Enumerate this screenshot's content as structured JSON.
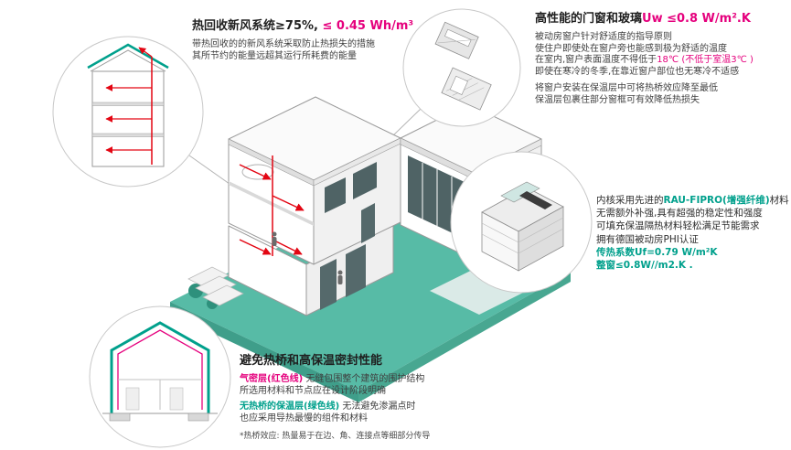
{
  "colors": {
    "teal_text": "#00A08C",
    "teal_ground": "#57BBA6",
    "magenta": "#E5007D",
    "duct_red": "#E30613",
    "body_text": "#3F3F3F"
  },
  "ventilation": {
    "title_black": "热回收新风系统≥75%,",
    "title_accent": " ≤ 0.45 Wh/m³",
    "line1": "带热回收的的新风系统采取防止热损失的措施",
    "line2": "其所节约的能量远超其运行所耗费的能量"
  },
  "windows": {
    "title_black": "高性能的门窗和玻璃",
    "title_accent": "Uw ≤0.8 W/m².K",
    "line1": "被动房窗户针对舒适度的指导原则",
    "line2": "使住户即使处在窗户旁也能感到极为舒适的温度",
    "line3a": "在室内,窗户表面温度不得低于",
    "line3b": "18℃",
    "line3c": " (不低于室温3℃ )",
    "line4": "即使在寒冷的冬季,在靠近窗户部位也无寒冷不适感",
    "line5": "将窗户安装在保温层中可将热桥效应降至最低",
    "line6": "保温层包裹住部分窗框可有效降低热损失"
  },
  "profile": {
    "line1a": "内核采用先进的",
    "line1b": "RAU-FIPRO(增强纤维)",
    "line1c": "材料",
    "line2": "无需额外补强,具有超强的稳定性和强度",
    "line3": "可填充保温隔热材料轻松满足节能需求",
    "line4": "拥有德国被动房PHI认证",
    "line5": "传热系数Uf=0.79 W/m²K",
    "line6": "整窗≤0.8W//m2.K ."
  },
  "thermal": {
    "title": "避免热桥和高保温密封性能",
    "line1a": "气密层(红色线)",
    "line1b": " 无缝包围整个建筑的围护结构",
    "line2": "所选用材料和节点应在设计阶段明确",
    "line3a": "无热桥的保温层(绿色线)",
    "line3b": " 无法避免渗漏点时",
    "line4": "也应采用导热最慢的组件和材料",
    "note": "*热桥效应: 热量易于在边、角、连接点等细部分传导"
  }
}
